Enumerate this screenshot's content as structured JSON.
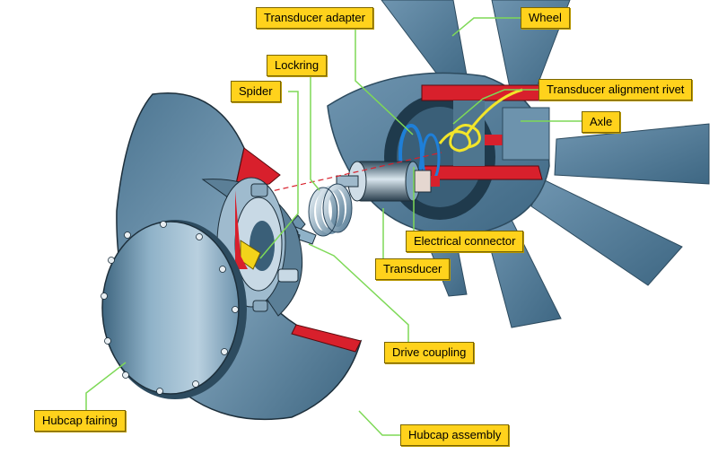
{
  "diagram": {
    "labels": {
      "transducer_adapter": "Transducer adapter",
      "wheel": "Wheel",
      "lockring": "Lockring",
      "spider": "Spider",
      "transducer_alignment_rivet": "Transducer alignment rivet",
      "axle": "Axle",
      "electrical_connector": "Electrical connector",
      "transducer": "Transducer",
      "drive_coupling": "Drive coupling",
      "hubcap_fairing": "Hubcap fairing",
      "hubcap_assembly": "Hubcap assembly"
    },
    "colors": {
      "label_fill": "#ffd21c",
      "leader_line": "#7ed957",
      "metal_blue": "#5f87a3",
      "section_red": "#d8202c",
      "wire_yellow": "#f2e52a"
    }
  }
}
